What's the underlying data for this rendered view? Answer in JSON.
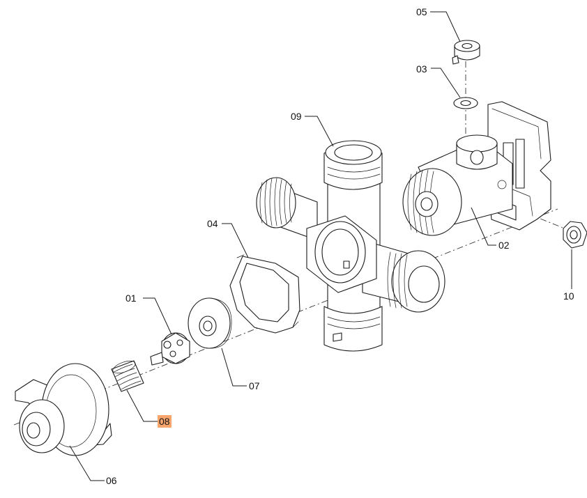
{
  "colors": {
    "highlight": "#f7a56c",
    "stroke": "#1a1a1a",
    "background": "#ffffff"
  },
  "labels": {
    "p01": "01",
    "p02": "02",
    "p03": "03",
    "p04": "04",
    "p05": "05",
    "p06": "06",
    "p07": "07",
    "p08": "08",
    "p09": "09",
    "p10": "10"
  },
  "highlighted_label": "p08"
}
